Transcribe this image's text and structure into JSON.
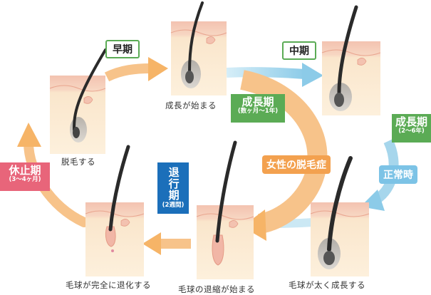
{
  "stages": {
    "early": "早期",
    "middle": "中期"
  },
  "captions": {
    "shed": "脱毛する",
    "start_growth": "成長が始まる",
    "thicken": "毛球が太く成長する",
    "shrink_start": "毛球の退縮が始まる",
    "fully_regressed": "毛球が完全に退化する"
  },
  "phases": {
    "anagen_center": {
      "title": "成長期",
      "sub": "(数ヶ月〜1年)"
    },
    "anagen_right": {
      "title": "成長期",
      "sub": "(2〜6年)"
    },
    "telogen": {
      "title": "休止期",
      "sub": "(3〜4ヶ月)"
    },
    "catagen": {
      "title": "退行期",
      "sub": "(2週間)"
    }
  },
  "labels": {
    "female_alopecia": "女性の脱毛症",
    "normal": "正常時"
  },
  "colors": {
    "arrow_orange": "#f6b467",
    "arrow_blue": "#8ccbe8",
    "green": "#5bab55",
    "red_badge": "#e8657a",
    "blue_badge": "#1b6fba",
    "skin": "#fbe8cc",
    "skin_top": "#f2b9a8",
    "hair": "#2a2a2a"
  },
  "icons": {
    "hair_follicle": "hair-follicle-illustration",
    "arrow": "curved-arrow"
  }
}
